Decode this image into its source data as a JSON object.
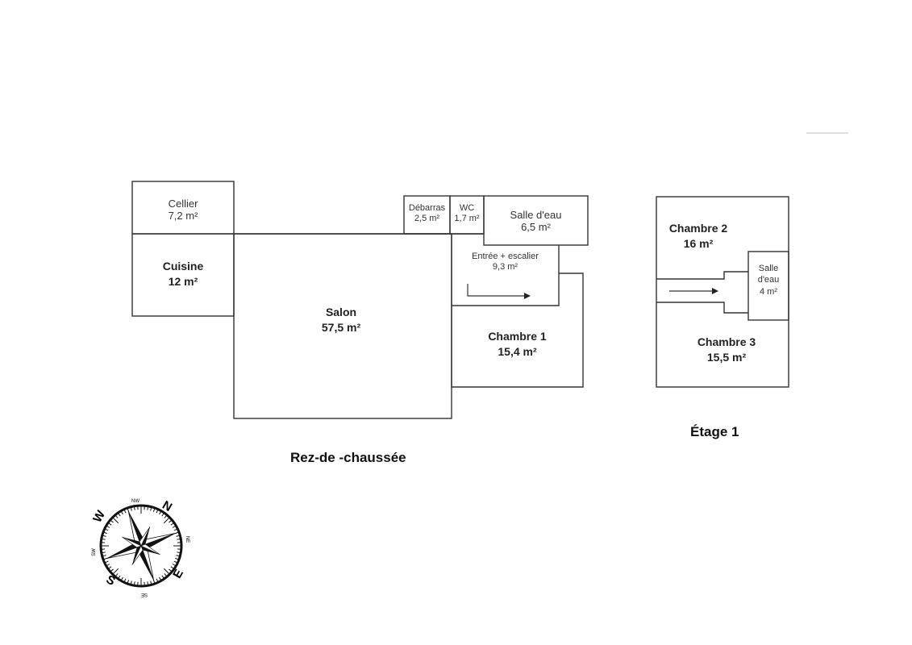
{
  "document": {
    "title": "Plan de maison"
  },
  "floors": {
    "ground": {
      "title": "Rez-de -chaussée",
      "rooms": {
        "cellier": {
          "name": "Cellier",
          "area": "7,2 m²"
        },
        "cuisine": {
          "name": "Cuisine",
          "area": "12 m²"
        },
        "salon": {
          "name": "Salon",
          "area": "57,5 m²"
        },
        "debarras": {
          "name": "Débarras",
          "area": "2,5 m²"
        },
        "wc": {
          "name": "WC",
          "area": "1,7 m²"
        },
        "salle_eau": {
          "name": "Salle d'eau",
          "area": "6,5 m²"
        },
        "entree": {
          "name": "Entrée + escalier",
          "area": "9,3 m²"
        },
        "chambre1": {
          "name": "Chambre 1",
          "area": "15,4 m²"
        }
      }
    },
    "first": {
      "title": "Étage 1",
      "rooms": {
        "chambre2": {
          "name": "Chambre 2",
          "area": "16 m²"
        },
        "salle_eau": {
          "name_line1": "Salle",
          "name_line2": "d'eau",
          "area": "4 m²"
        },
        "chambre3": {
          "name": "Chambre 3",
          "area": "15,5 m²"
        }
      }
    }
  },
  "compass": {
    "labels": {
      "n": "N",
      "e": "E",
      "s": "S",
      "w": "W",
      "nw": "NW",
      "ne": "NE",
      "se": "SE",
      "sw": "SW"
    }
  }
}
